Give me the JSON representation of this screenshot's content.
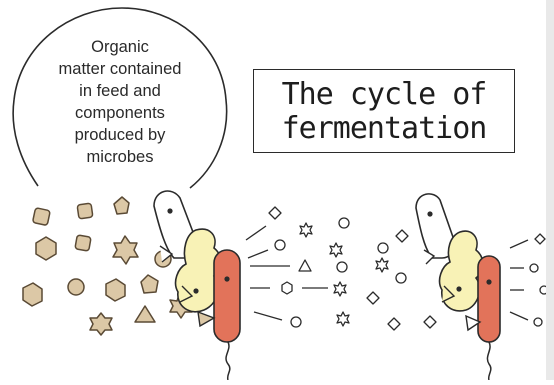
{
  "speech_bubble": {
    "lines": [
      "Organic",
      "matter contained",
      "in feed and",
      "components",
      "produced by",
      "microbes"
    ]
  },
  "title": {
    "line1": "The cycle of",
    "line2": "fermentation"
  },
  "colors": {
    "organic_matter_fill": "#dcc8a6",
    "organic_matter_stroke": "#5a4a35",
    "yellow_microbe": "#f8f2b6",
    "red_microbe": "#e2735a",
    "white_microbe": "#ffffff",
    "outline": "#2b2b2b"
  }
}
